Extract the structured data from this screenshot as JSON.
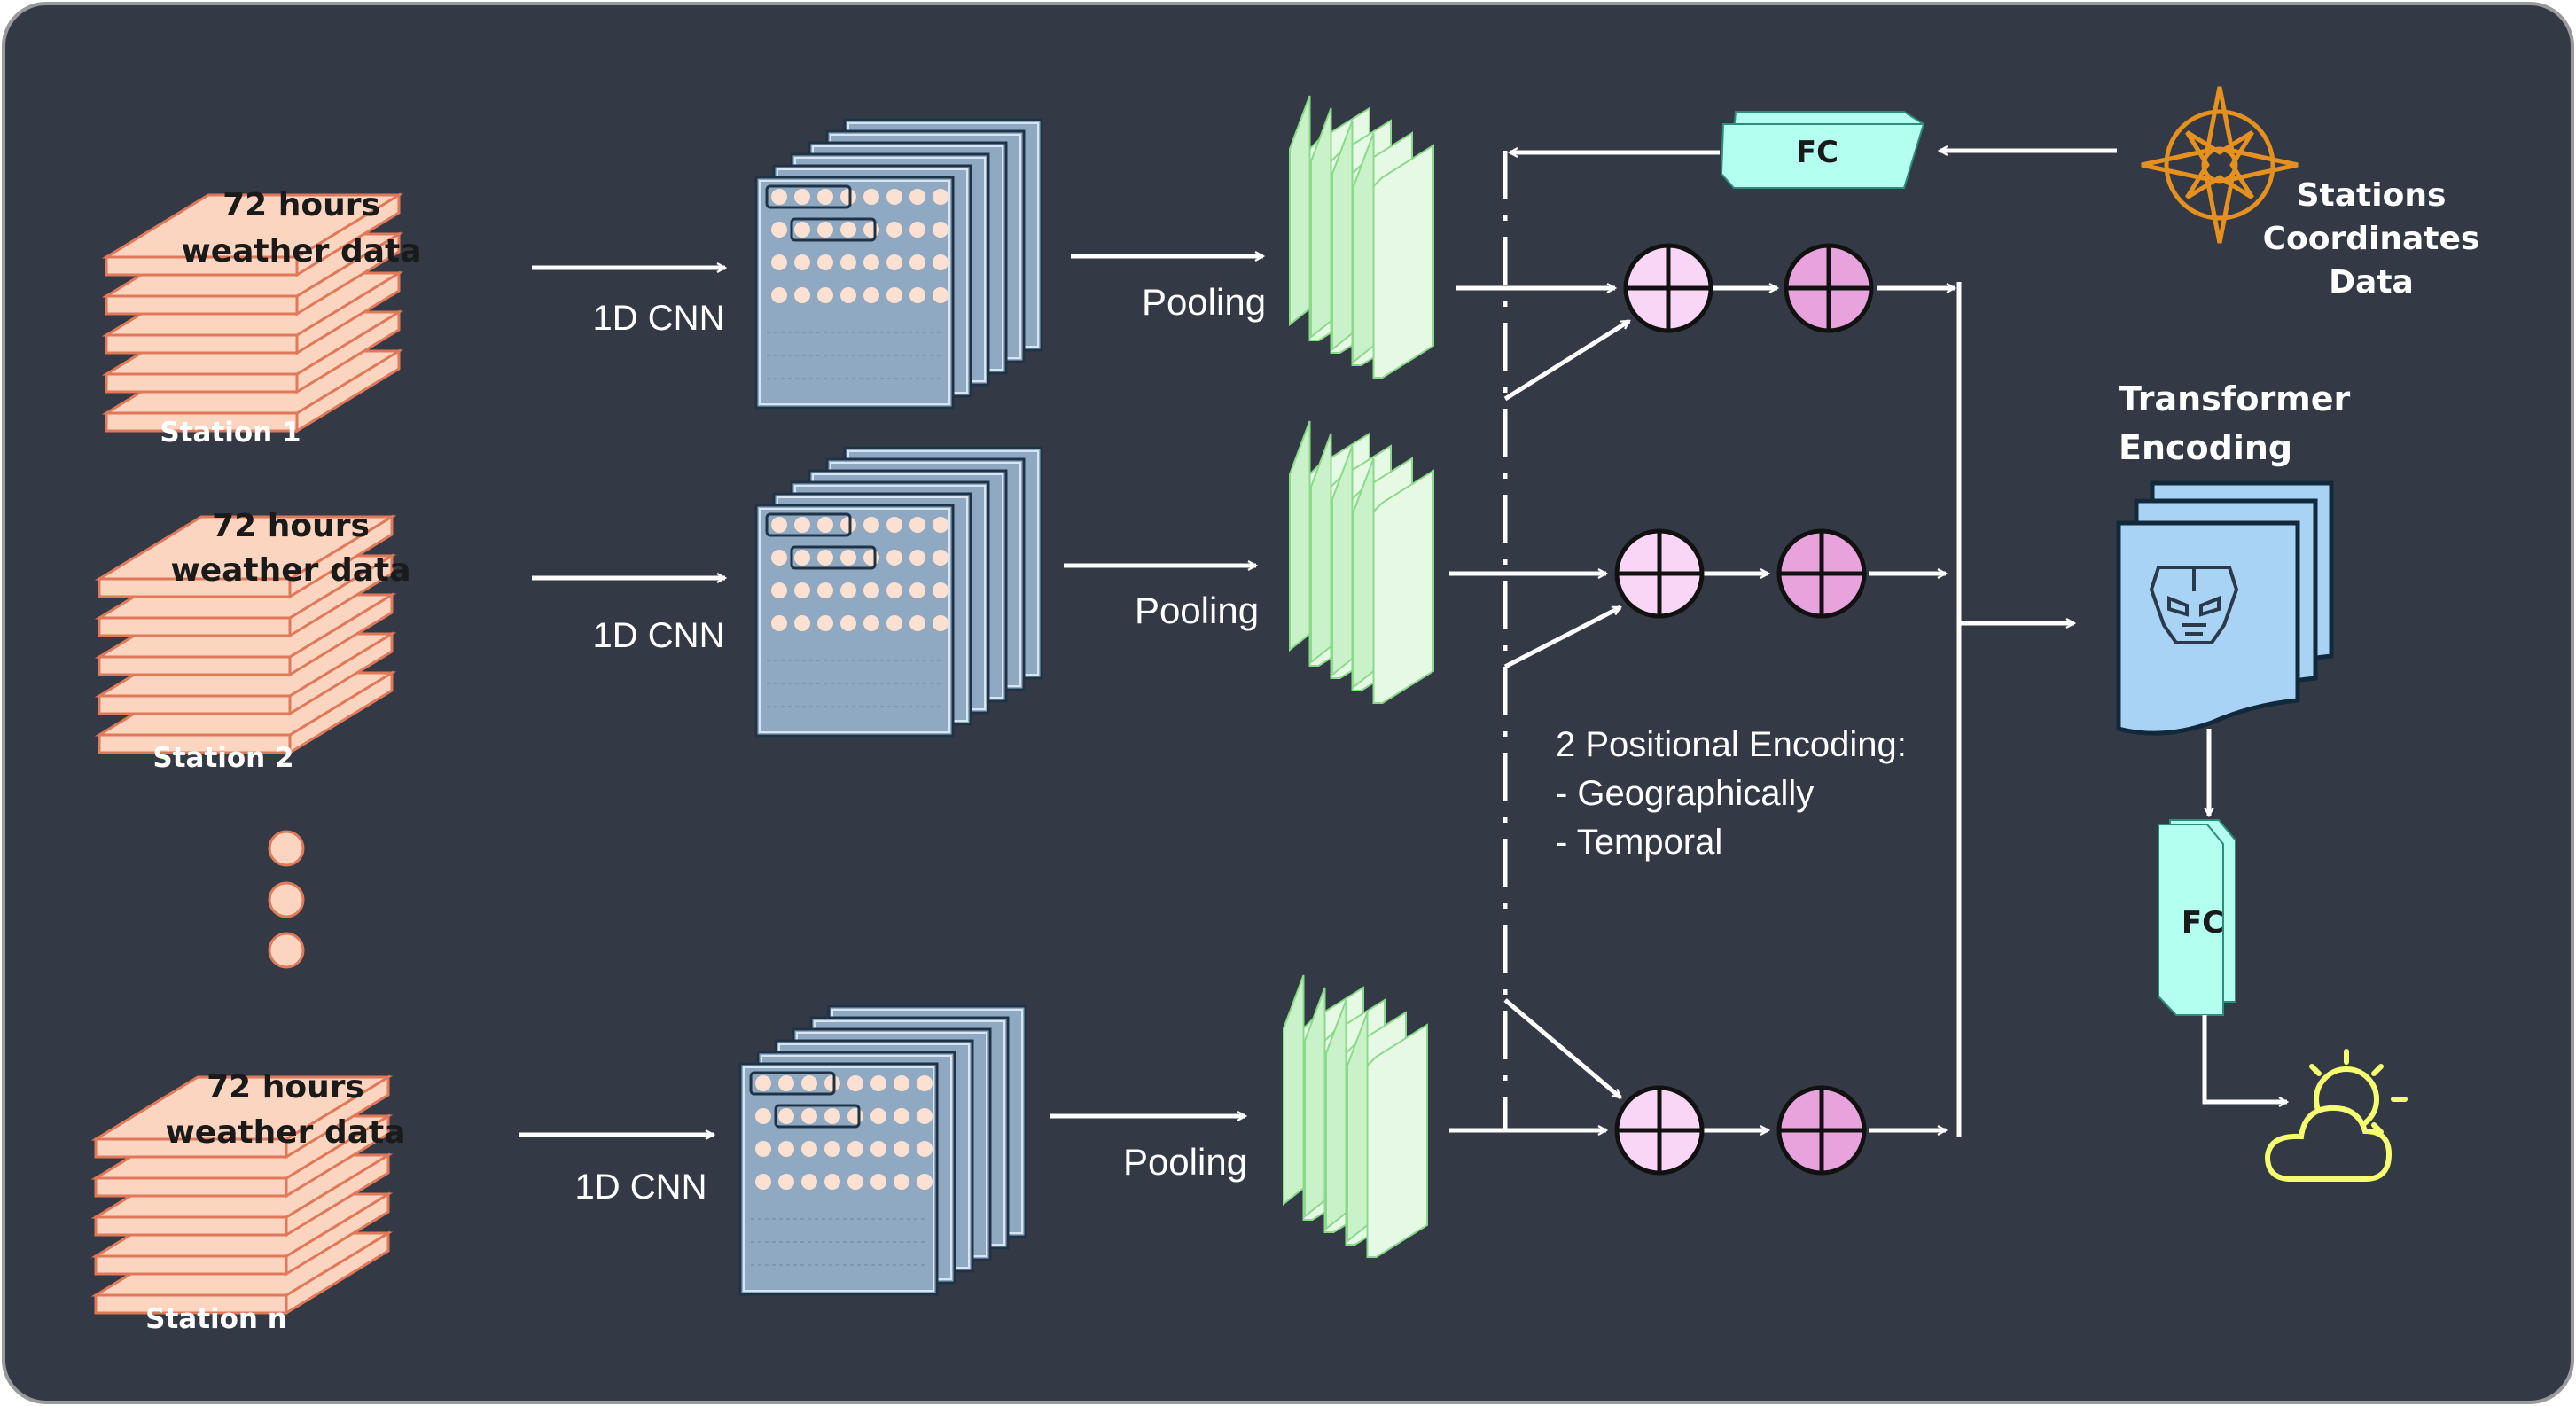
{
  "stations": [
    {
      "label": "Station 1",
      "data_line1": "72 hours",
      "data_line2": "weather data"
    },
    {
      "label": "Station 2",
      "data_line1": "72 hours",
      "data_line2": "weather data"
    },
    {
      "label": "Station n",
      "data_line1": "72 hours",
      "data_line2": "weather data"
    }
  ],
  "labels": {
    "cnn": "1D CNN",
    "pooling": "Pooling",
    "fc_top": "FC",
    "fc_bottom": "FC",
    "coords_line1": "Stations",
    "coords_line2": "Coordinates",
    "coords_line3": "Data",
    "transformer_line1": "Transformer",
    "transformer_line2": "Encoding",
    "pe_title": "2 Positional Encoding:",
    "pe_item1": "- Geographically",
    "pe_item2": "- Temporal"
  },
  "icons": {
    "compass": "compass-rose-icon",
    "transformer": "transformer-logo-icon",
    "weather": "sun-behind-cloud-icon",
    "ellipsis": "vertical-dots-icon"
  },
  "colors": {
    "background": "#343a45",
    "slab_fill": "#fcd5c0",
    "slab_stroke": "#e0795a",
    "cnn_fill": "#8fa9c2",
    "cnn_stroke": "#d9e6f2",
    "pool_fill": "#e6f9e5",
    "pool_stroke": "#8bd98a",
    "fc_fill": "#b3fff0",
    "plus_light": "#f9d6f5",
    "plus_dark": "#e9a3dc",
    "transformer_fill": "#a9d3f5",
    "compass": "#e6901f",
    "weather_icon": "#f5ff70",
    "arrow": "#ffffff"
  }
}
